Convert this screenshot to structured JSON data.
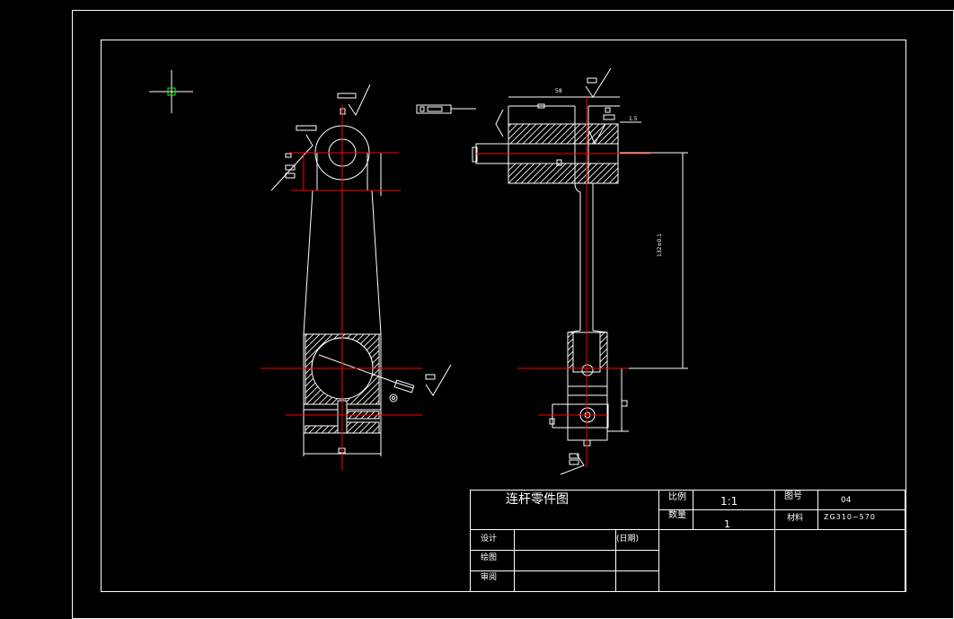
{
  "colors": {
    "background": "#000000",
    "line": "#ffffff",
    "centerline": "#ff0000",
    "cursor": "#00ff00"
  },
  "icons": {
    "cursor": "crosshair-cursor-icon"
  },
  "dimensions": {
    "top_width": "58",
    "right_small": "1.5",
    "vertical_length": "132±0.1"
  },
  "title_block": {
    "drawing_title": "连杆零件图",
    "scale_label": "比例",
    "scale_value": "1:1",
    "drawing_no_label": "图号",
    "drawing_no_value": "04",
    "quantity_label": "数量",
    "quantity_value": "1",
    "material_label": "材料",
    "material_value": "ZG310~570",
    "design_label": "设计",
    "date_label": "(日期)",
    "drawing_label": "绘图",
    "review_label": "审阅"
  }
}
